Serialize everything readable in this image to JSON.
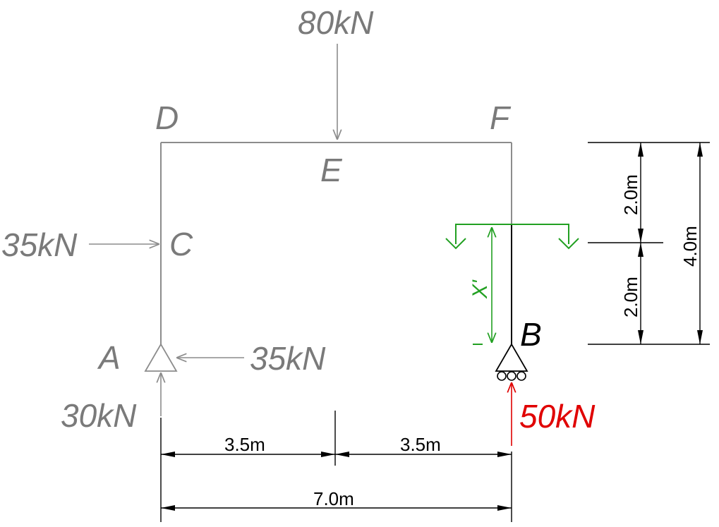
{
  "nodes": {
    "A": "A",
    "B": "B",
    "C": "C",
    "D": "D",
    "E": "E",
    "F": "F"
  },
  "loads": {
    "top": "80kN",
    "left_c": "35kN",
    "reaction_a_horizontal": "35kN",
    "reaction_a_vertical": "30kN",
    "reaction_b_vertical": "50kN"
  },
  "section": {
    "variable": "X'"
  },
  "dimensions": {
    "span_left": "3.5m",
    "span_right": "3.5m",
    "span_total": "7.0m",
    "height_upper": "2.0m",
    "height_lower": "2.0m",
    "height_total": "4.0m"
  },
  "colors": {
    "frame": "#8c8c8c",
    "member_black": "#000000",
    "section_cut": "#22a022",
    "reaction_highlight": "#e00000"
  }
}
